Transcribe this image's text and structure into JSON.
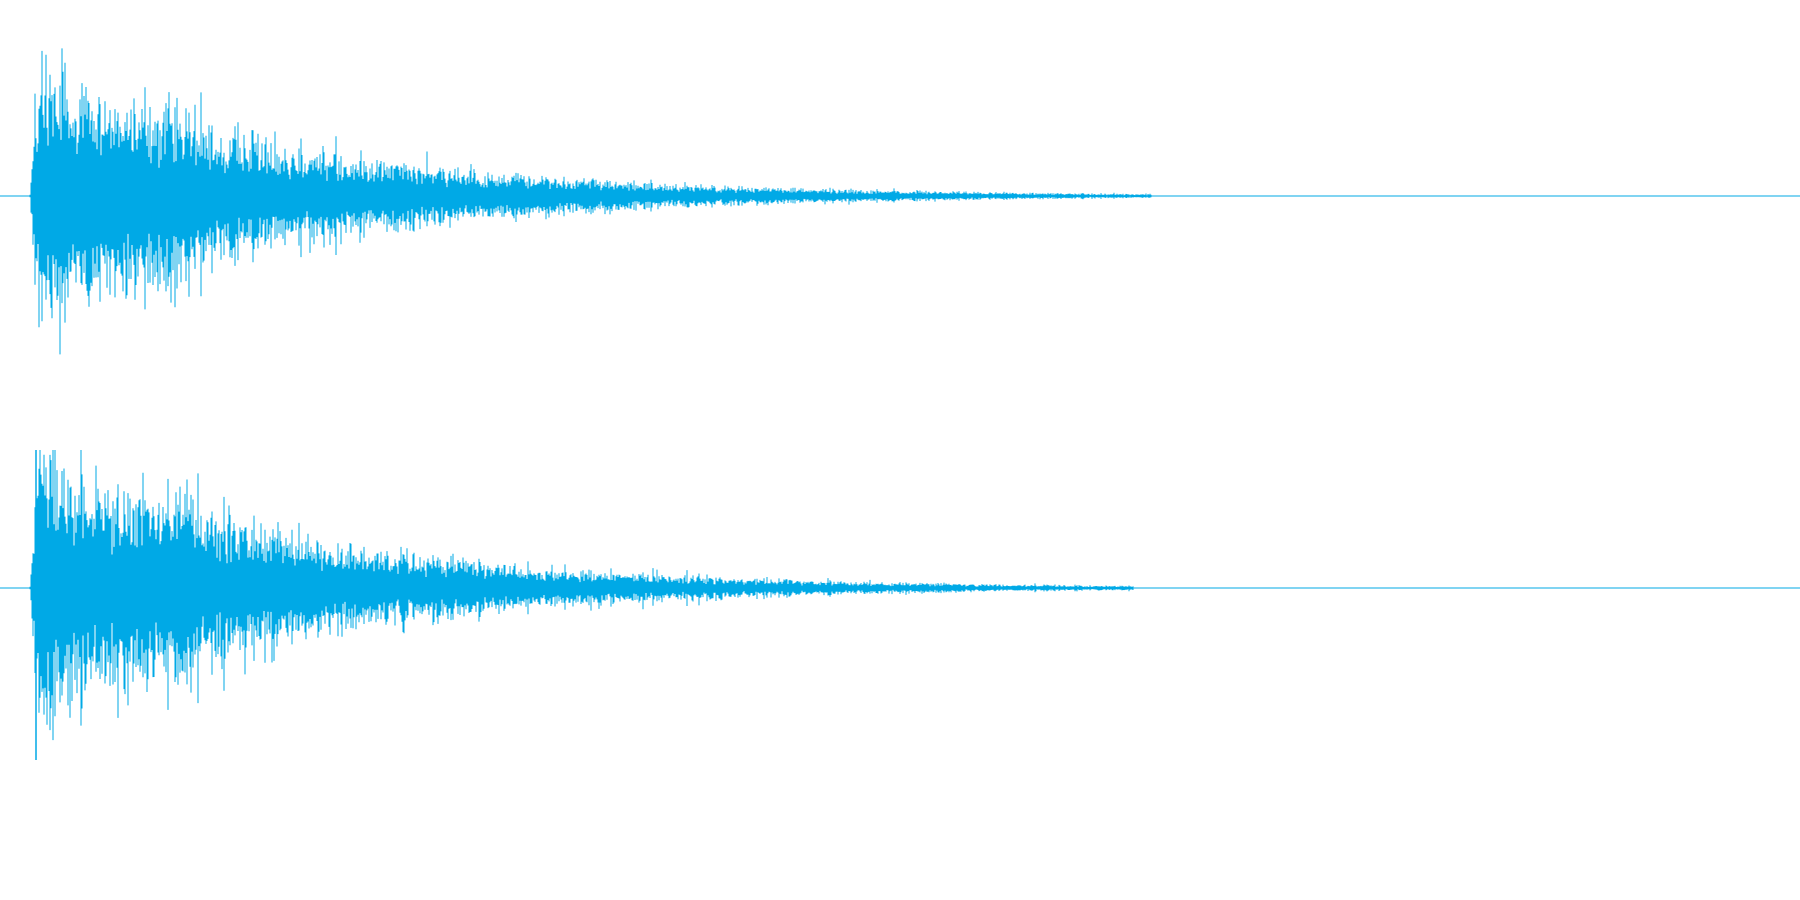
{
  "waveform": {
    "color": "#00a9e6",
    "background": "#ffffff",
    "channels": [
      {
        "id": "left",
        "peak": 0.78,
        "secondary_peak": 0.55,
        "decay_end_fraction": 0.64
      },
      {
        "id": "right",
        "peak": 0.85,
        "secondary_peak": 0.5,
        "decay_end_fraction": 0.63
      }
    ]
  }
}
